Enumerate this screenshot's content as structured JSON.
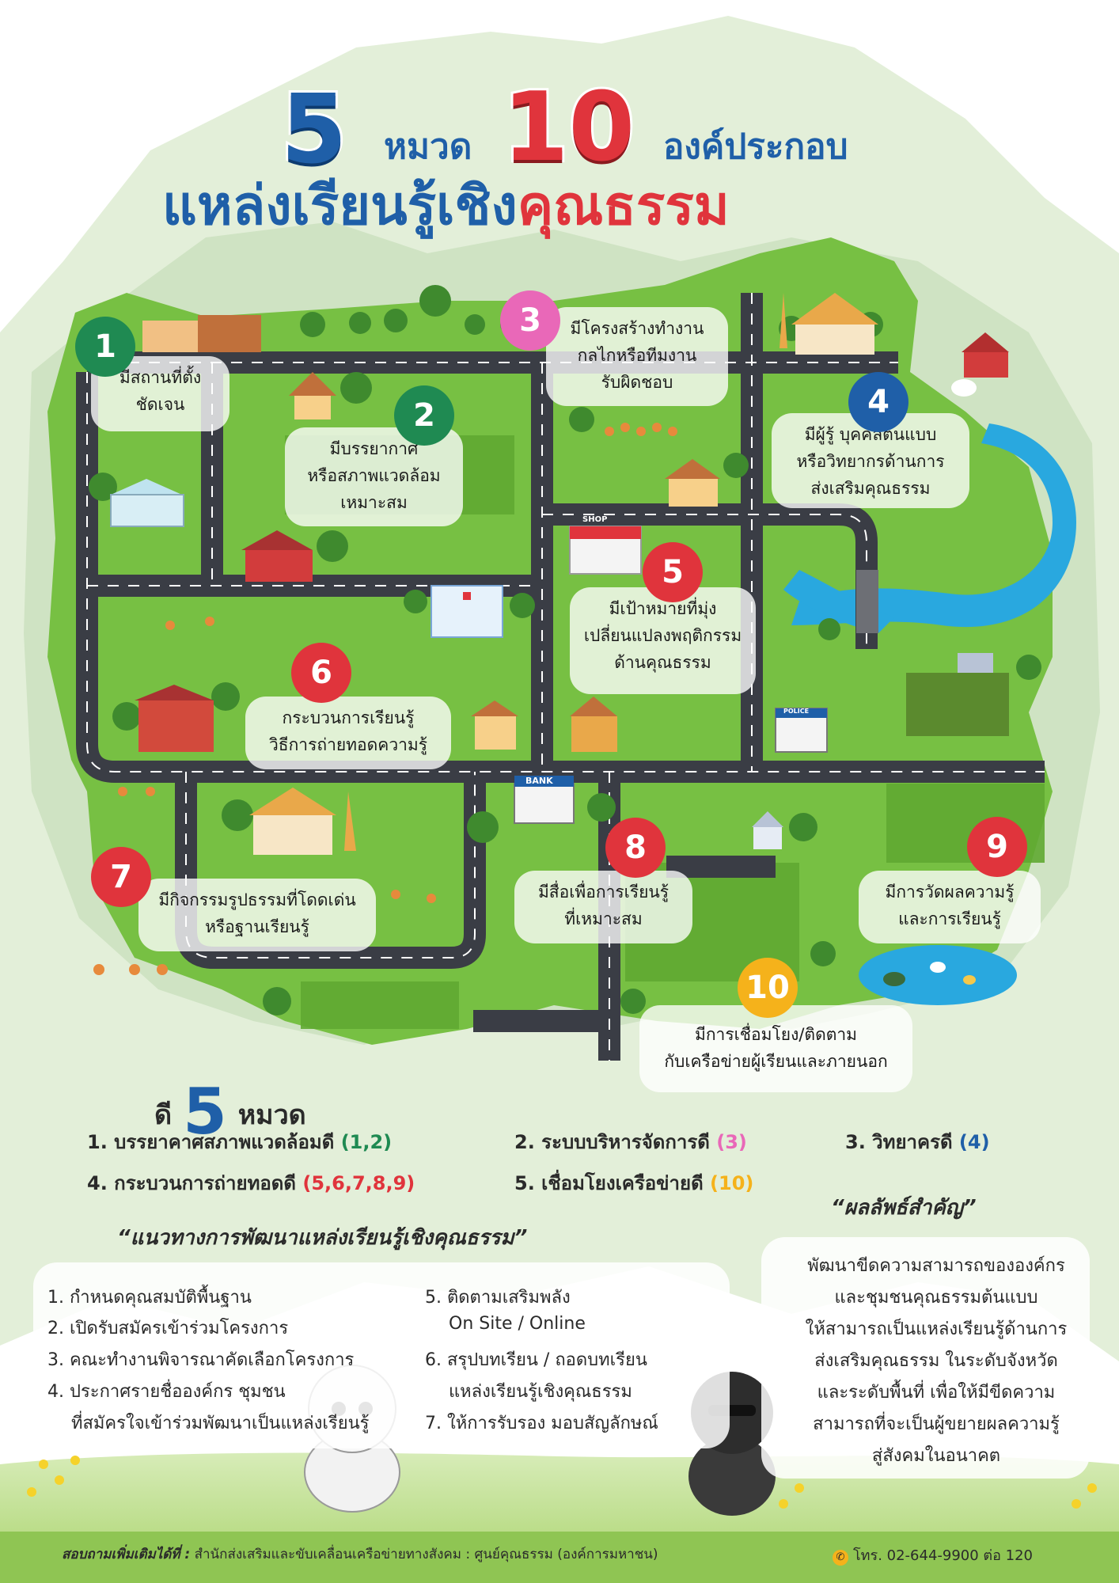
{
  "title": {
    "num5": "5",
    "hmuad": "หมวด",
    "num10": "10",
    "ongprakob": "องค์ประกอบ",
    "main_blue": "แหล่งเรียนรู้เชิง",
    "main_red": "คุณธรรม"
  },
  "map": {
    "shop_sign": "SHOP",
    "bank_sign": "BANK",
    "police_sign": "POLICE"
  },
  "components": [
    {
      "num": "1",
      "color": "#1f8a52",
      "line1": "มีสถานที่ตั้ง",
      "line2": "ชัดเจน",
      "line3": ""
    },
    {
      "num": "2",
      "color": "#1f8a52",
      "line1": "มีบรรยากาศ",
      "line2": "หรือสภาพแวดล้อม",
      "line3": "เหมาะสม"
    },
    {
      "num": "3",
      "color": "#e968b8",
      "line1": "มีโครงสร้างทำงาน",
      "line2": "กลไกหรือทีมงาน",
      "line3": "รับผิดชอบ"
    },
    {
      "num": "4",
      "color": "#1f5fa8",
      "line1": "มีผู้รู้ บุคคลต้นแบบ",
      "line2": "หรือวิทยากรด้านการ",
      "line3": "ส่งเสริมคุณธรรม"
    },
    {
      "num": "5",
      "color": "#e0343c",
      "line1": "มีเป้าหมายที่มุ่ง",
      "line2": "เปลี่ยนแปลงพฤติกรรม",
      "line3": "ด้านคุณธรรม"
    },
    {
      "num": "6",
      "color": "#e0343c",
      "line1": "กระบวนการเรียนรู้",
      "line2": "วิธีการถ่ายทอดความรู้",
      "line3": ""
    },
    {
      "num": "7",
      "color": "#e0343c",
      "line1": "มีกิจกรรมรูปธรรมที่โดดเด่น",
      "line2": "หรือฐานเรียนรู้",
      "line3": ""
    },
    {
      "num": "8",
      "color": "#e0343c",
      "line1": "มีสื่อเพื่อการเรียนรู้",
      "line2": "ที่เหมาะสม",
      "line3": ""
    },
    {
      "num": "9",
      "color": "#e0343c",
      "line1": "มีการวัดผลความรู้",
      "line2": "และการเรียนรู้",
      "line3": ""
    },
    {
      "num": "10",
      "color": "#f5b21b",
      "line1": "มีการเชื่อมโยง/ติดตาม",
      "line2": "กับเครือข่ายผู้เรียนและภายนอก",
      "line3": ""
    }
  ],
  "categories": {
    "prefix": "ดี",
    "num": "5",
    "suffix": "หมวด",
    "items": [
      {
        "text": "1. บรรยาคาศสภาพแวดล้อมดี",
        "refs": "(1,2)",
        "ref_color": "#1f8a52"
      },
      {
        "text": "2. ระบบบริหารจัดการดี",
        "refs": "(3)",
        "ref_color": "#e968b8"
      },
      {
        "text": "3. วิทยาครดี",
        "refs": "(4)",
        "ref_color": "#1f5fa8"
      },
      {
        "text": "4. กระบวนการถ่ายทอดดี",
        "refs": "(5,6,7,8,9)",
        "ref_color": "#e0343c"
      },
      {
        "text": "5. เชื่อมโยงเครือข่ายดี",
        "refs": "(10)",
        "ref_color": "#f5b21b"
      }
    ]
  },
  "guidelines": {
    "heading": "“แนวทางการพัฒนาแหล่งเรียนรู้เชิงคุณธรรม”",
    "left": [
      "1. กำหนดคุณสมบัติพื้นฐาน",
      "2. เปิดรับสมัครเข้าร่วมโครงการ",
      "3. คณะทำงานพิจารณาคัดเลือกโครงการ",
      "4. ประกาศรายชื่อองค์กร ชุมชน",
      "ที่สมัครใจเข้าร่วมพัฒนาเป็นแหล่งเรียนรู้"
    ],
    "right": [
      "5. ติดตามเสริมพลัง",
      "On Site / Online",
      "6. สรุปบทเรียน / ถอดบทเรียน",
      "แหล่งเรียนรู้เชิงคุณธรรม",
      "7. ให้การรับรอง มอบสัญลักษณ์"
    ]
  },
  "results": {
    "heading": "“ผลลัพธ์สำคัญ”",
    "lines": [
      "พัฒนาขีดความสามารถขององค์กร",
      "และชุมชนคุณธรรมต้นแบบ",
      "ให้สามารถเป็นแหล่งเรียนรู้ด้านการ",
      "ส่งเสริมคุณธรรม ในระดับจังหวัด",
      "และระดับพื้นที่ เพื่อให้มีขีดความ",
      "สามารถที่จะเป็นผู้ขยายผลความรู้",
      "สู่สังคมในอนาคต"
    ]
  },
  "footer": {
    "ask": "สอบถามเพิ่มเติมได้ที่ :",
    "org": "สำนักส่งเสริมและขับเคลื่อนเครือข่ายทางสังคม : ศูนย์คุณธรรม (องค์การมหาชน)",
    "phone": "โทร. 02-644-9900 ต่อ 120"
  },
  "colors": {
    "green_land": "#77c043",
    "road": "#3a3d45",
    "blue_title": "#1f5fa8",
    "red_title": "#e0343c",
    "river": "#29a8df"
  }
}
